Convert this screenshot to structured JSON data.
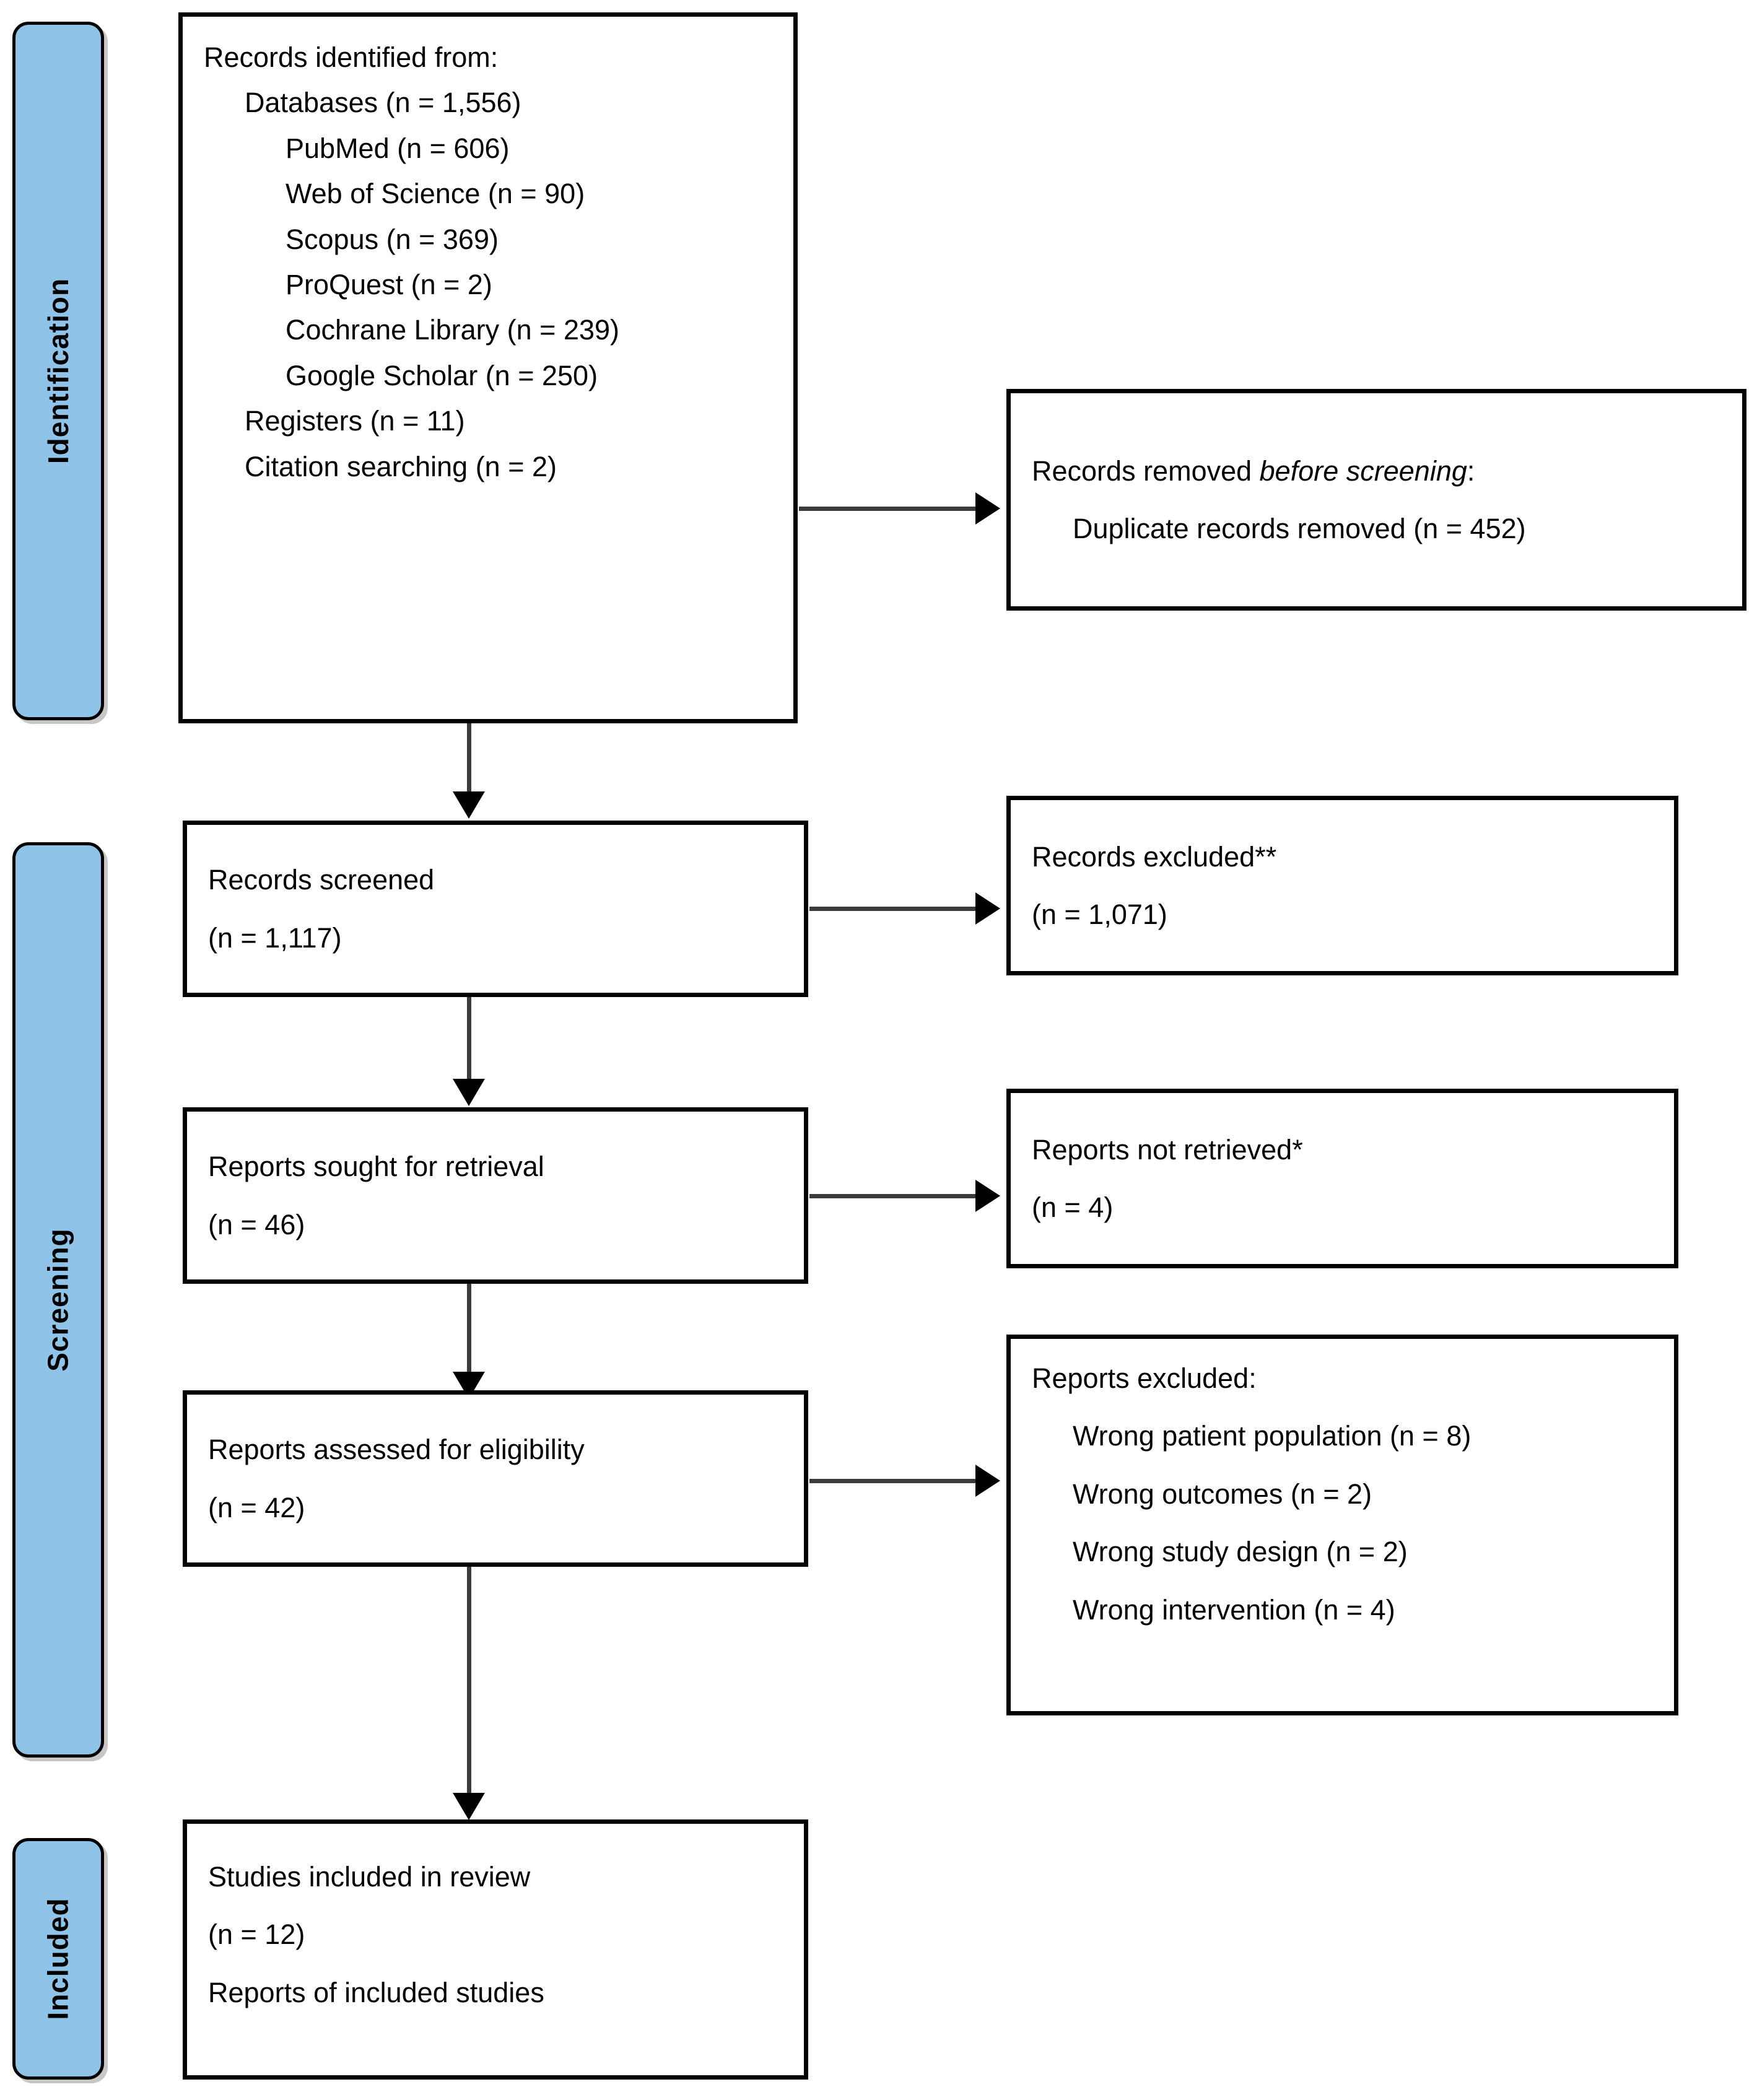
{
  "diagram": {
    "title": "PRISMA 2020 flow diagram",
    "accent_color": "#8FC4E8",
    "border_color": "#000000",
    "connector_color": "#3b3b3b"
  },
  "stages": [
    {
      "key": "identification",
      "label": "Identification"
    },
    {
      "key": "screening",
      "label": "Screening"
    },
    {
      "key": "included",
      "label": "Included"
    }
  ],
  "boxes": {
    "identified": {
      "heading": "Records identified from:",
      "lines": [
        {
          "text": "Databases (n = 1,556)",
          "indent": 1
        },
        {
          "text": "PubMed (n = 606)",
          "indent": 2
        },
        {
          "text": "Web of Science (n = 90)",
          "indent": 2
        },
        {
          "text": "Scopus (n = 369)",
          "indent": 2
        },
        {
          "text": "ProQuest (n = 2)",
          "indent": 2
        },
        {
          "text": "Cochrane Library (n = 239)",
          "indent": 2
        },
        {
          "text": "Google Scholar (n = 250)",
          "indent": 2
        },
        {
          "text": "Registers (n = 11)",
          "indent": 1
        },
        {
          "text": "Citation searching (n = 2)",
          "indent": 1
        }
      ]
    },
    "removed_before_screening": {
      "heading_pre": "Records removed ",
      "heading_italic": "before screening",
      "heading_post": ":",
      "detail": "Duplicate records removed (n = 452)"
    },
    "records_screened": {
      "label": "Records screened",
      "count": "(n = 1,117)"
    },
    "records_excluded": {
      "label": "Records excluded**",
      "count": "(n = 1,071)"
    },
    "reports_sought": {
      "label": "Reports sought for retrieval",
      "count": "(n = 46)"
    },
    "reports_not_retrieved": {
      "label": "Reports not retrieved*",
      "count": "(n = 4)"
    },
    "reports_assessed": {
      "label": "Reports assessed for eligibility",
      "count": "(n = 42)"
    },
    "reports_excluded": {
      "heading": "Reports excluded:",
      "reasons": [
        "Wrong patient population (n = 8)",
        "Wrong outcomes (n = 2)",
        "Wrong study design (n = 2)",
        "Wrong intervention (n = 4)"
      ]
    },
    "studies_included": {
      "label": "Studies included in review",
      "count": "(n = 12)",
      "reports_label": "Reports of included studies"
    }
  }
}
